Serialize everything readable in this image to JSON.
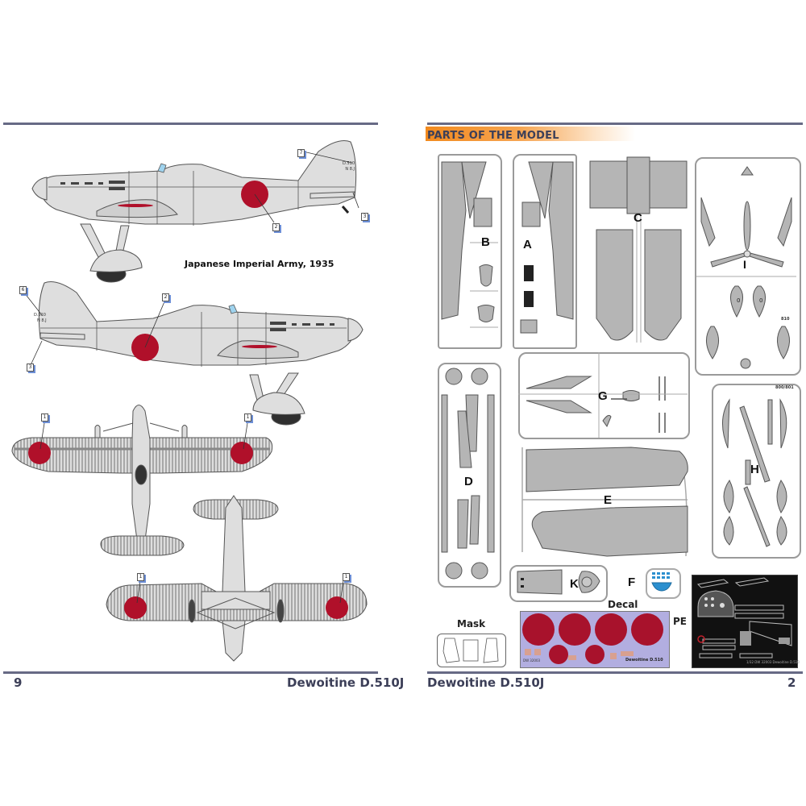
{
  "left_page": {
    "page_number": "9",
    "footer_title": "Dewoitine D.510J",
    "caption": "Japanese Imperial Army,  1935",
    "profile_top_callouts": [
      "7",
      "2",
      "3"
    ],
    "profile_bottom_callouts": [
      "6",
      "2",
      "3"
    ],
    "planform_top_callouts": [
      "1",
      "1"
    ],
    "planform_bottom_callouts": [
      "1",
      "1"
    ],
    "tail_stencil": [
      "D.510",
      "N 8.J"
    ],
    "colors": {
      "aircraft": "#dedede",
      "hinomaru": "#b0102a",
      "outline": "#555555",
      "canopy": "#9fd3ee",
      "tire": "#2f2f2f",
      "callout_shadow": "#6d8fd6"
    }
  },
  "right_page": {
    "page_number": "2",
    "footer_title": "Dewoitine D.510J",
    "section_title": "PARTS OF THE MODEL",
    "sprue_letters": [
      "B",
      "A",
      "C",
      "I",
      "D",
      "G",
      "H",
      "E",
      "K",
      "F"
    ],
    "sprue_code_h": "800/801",
    "sprue_code_i": "810",
    "labels": {
      "decal": "Decal",
      "mask": "Mask",
      "pe": "PE"
    },
    "decal_sheet_text": "Dewoitine D.510",
    "decal_code": "DW 32003",
    "pe_sheet_text": "1/32  DW 32003  Dewoitine D.510",
    "colors": {
      "header_orange": "#f28a1e",
      "part_gray": "#b5b5b5",
      "sprue_frame": "#9a9a9a",
      "decal_bg": "#b2aee0",
      "decal_red": "#a8122c",
      "pe_bg": "#111111",
      "clear_blue": "#2b8fcf"
    }
  },
  "colors": {
    "rule": "#676a85",
    "footer_text": "#3c3f58"
  }
}
